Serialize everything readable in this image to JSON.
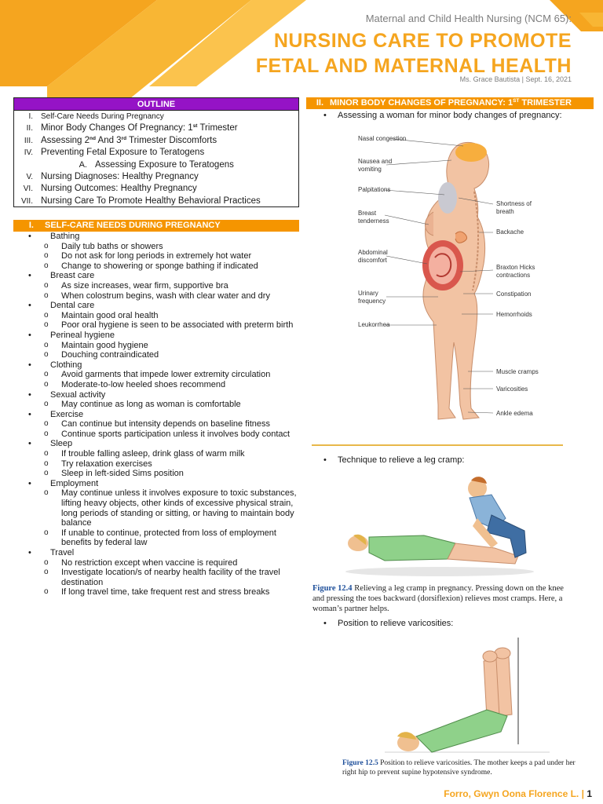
{
  "header": {
    "course": "Maternal and Child Health Nursing (NCM 65):",
    "title_line1": "NURSING CARE TO PROMOTE",
    "title_line2": "FETAL AND MATERNAL HEALTH",
    "meta": "Ms. Grace Bautista | Sept. 16, 2021",
    "accent_color": "#f5a51f"
  },
  "outline": {
    "heading": "OUTLINE",
    "heading_color": "#9513c6",
    "items": [
      {
        "num": "I.",
        "text": "Self-Care Needs During Pregnancy"
      },
      {
        "num": "II.",
        "text": "Minor Body Changes Of Pregnancy: 1",
        "sup": "st",
        "text_after": " Trimester"
      },
      {
        "num": "III.",
        "text": "Assessing 2",
        "sup": "nd",
        "text_mid": " And 3",
        "sup2": "rd",
        "text_after": " Trimester Discomforts"
      },
      {
        "num": "IV.",
        "text": "Preventing Fetal Exposure to Teratogens"
      },
      {
        "num": "A.",
        "text": "Assessing Exposure to Teratogens"
      },
      {
        "num": "V.",
        "text": "Nursing Diagnoses: Healthy Pregnancy"
      },
      {
        "num": "VI.",
        "text": "Nursing Outcomes: Healthy Pregnancy"
      },
      {
        "num": "VII.",
        "text": "Nursing Care To Promote Healthy Behavioral Practices"
      }
    ]
  },
  "section1": {
    "num": "I.",
    "title": "SELF-CARE NEEDS DURING PREGNANCY",
    "items": [
      {
        "label": "Bathing",
        "subs": [
          "Daily tub baths or showers",
          "Do not ask for long periods in extremely hot water",
          "Change to showering or sponge bathing if indicated"
        ]
      },
      {
        "label": "Breast care",
        "subs": [
          "As size increases, wear firm, supportive bra",
          "When colostrum begins, wash with clear water and dry"
        ]
      },
      {
        "label": "Dental care",
        "subs": [
          "Maintain good oral health",
          "Poor oral hygiene is seen to be associated with preterm birth"
        ]
      },
      {
        "label": "Perineal hygiene",
        "subs": [
          "Maintain good hygiene",
          "Douching contraindicated"
        ]
      },
      {
        "label": "Clothing",
        "subs": [
          "Avoid garments that impede lower extremity circulation",
          "Moderate-to-low heeled shoes recommend"
        ]
      },
      {
        "label": "Sexual activity",
        "subs": [
          "May continue as long as woman is comfortable"
        ]
      },
      {
        "label": "Exercise",
        "subs": [
          "Can continue but intensity depends on baseline fitness",
          "Continue sports participation unless it involves body contact"
        ]
      },
      {
        "label": "Sleep",
        "subs": [
          "If trouble falling asleep, drink glass of warm milk",
          "Try relaxation exercises",
          "Sleep in left-sided Sims position"
        ]
      },
      {
        "label": "Employment",
        "subs": [
          "May continue unless it involves exposure to toxic substances, lifting heavy objects, other kinds of excessive physical strain, long periods of standing or sitting, or having to maintain body balance",
          "If unable to continue, protected from loss of employment benefits by federal law"
        ]
      },
      {
        "label": "Travel",
        "subs": [
          "No restriction except when vaccine is required",
          "Investigate location/s of nearby health facility of the travel destination",
          "If long travel time, take frequent rest and stress breaks"
        ]
      }
    ]
  },
  "section2": {
    "num": "II.",
    "title": "MINOR BODY CHANGES OF PREGNANCY: 1",
    "title_sup": "ST",
    "title_after": " TRIMESTER",
    "bullet1": "Assessing a woman for minor body changes of pregnancy:",
    "body_labels_left": [
      "Nasal congestion",
      "Nausea and",
      "vomiting",
      "Palpitations",
      "Breast",
      "tenderness",
      "Abdominal",
      "discomfort",
      "Urinary",
      "frequency",
      "Leukorrhea"
    ],
    "body_labels_right": [
      "Shortness of",
      "breath",
      "Backache",
      "Braxton Hicks",
      "contractions",
      "Constipation",
      "Hemorrhoids",
      "Muscle cramps",
      "Varicosities",
      "Ankle edema"
    ],
    "bullet2": "Technique to relieve a leg cramp:",
    "fig1_label": "Figure 12.4",
    "fig1_text": " Relieving a leg cramp in pregnancy. Pressing down on the knee and pressing the toes backward (dorsiflexion) relieves most cramps. Here, a woman’s partner helps.",
    "bullet3": "Position to relieve varicosities:",
    "fig2_label": "Figure 12.5",
    "fig2_text": " Position to relieve varicosities. The mother keeps a pad under her right hip to prevent supine hypotensive syndrome."
  },
  "footer": {
    "name": "Forro, Gwyn Oona Florence L.",
    "separator": " | ",
    "page": "1"
  }
}
